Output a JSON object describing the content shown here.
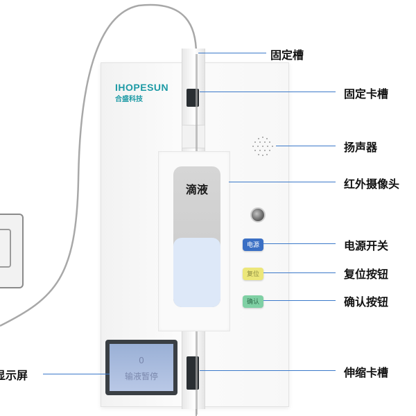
{
  "device": {
    "brand": "IHOPESUN",
    "brand_cn": "合盛科技",
    "chamber_label": "滴液",
    "buttons": [
      {
        "label": "电源",
        "color": "#3a6fc4"
      },
      {
        "label": "复位",
        "color": "#e6e070"
      },
      {
        "label": "确认",
        "color": "#7fd0a4"
      }
    ],
    "screen": {
      "number": "0",
      "text": "输液暂停"
    }
  },
  "callouts": {
    "fixed_slot": "固定槽",
    "fixed_clip_slot": "固定卡槽",
    "speaker": "扬声器",
    "ir_camera": "红外摄像头",
    "power_switch": "电源开关",
    "reset_button": "复位按钮",
    "confirm_button": "确认按钮",
    "display": "显示屏",
    "telescopic_slot": "伸缩卡槽"
  },
  "colors": {
    "leader_line": "#3a78c9",
    "brand": "#1d9aa5"
  }
}
